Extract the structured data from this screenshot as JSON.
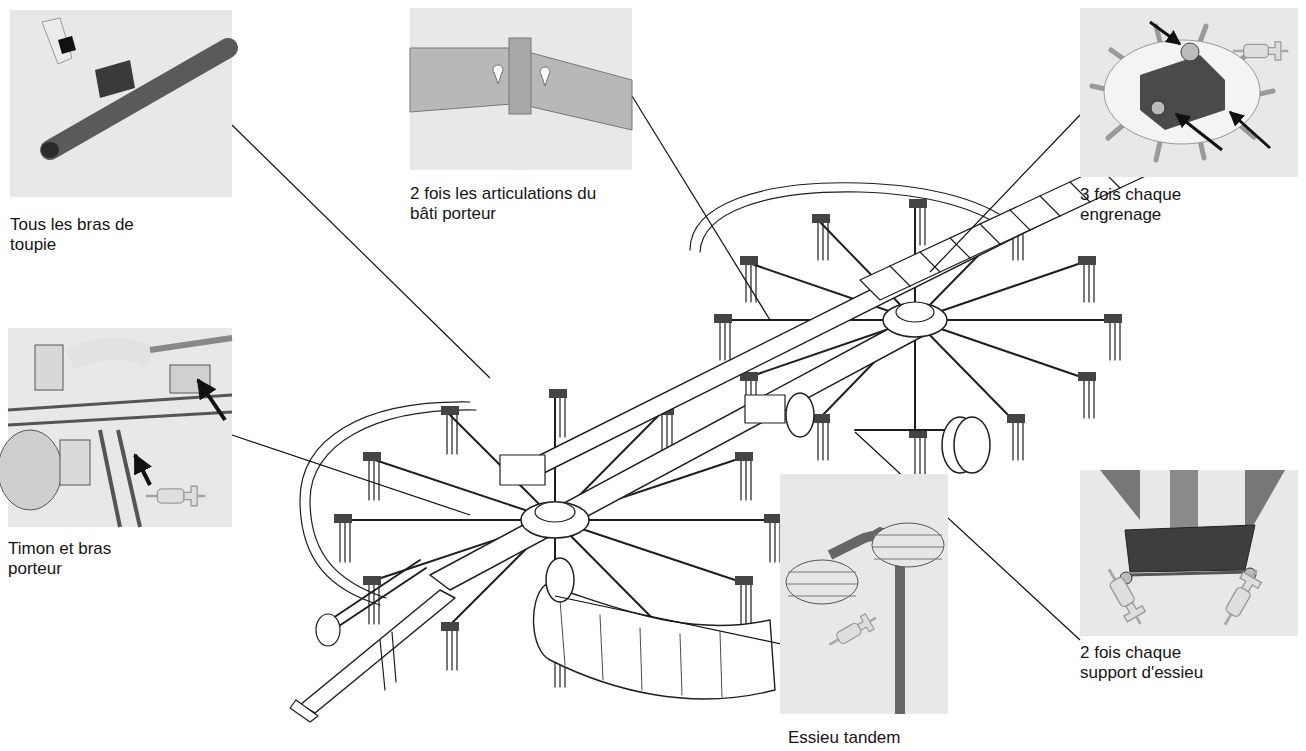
{
  "diagram": {
    "nodes": [
      {
        "text": [
          "Tous les bras de toupie"
        ]
      },
      {
        "text": [
          "2 fois les articulations du bâti porteur"
        ]
      },
      {
        "text": [
          "3 fois chaque engrenage"
        ]
      },
      {
        "text": [
          "Timon et bras porteur"
        ]
      },
      {
        "text": [
          "Essieu tandem"
        ]
      },
      {
        "text": [
          "2 fois chaque support d'essieu"
        ]
      }
    ]
  }
}
